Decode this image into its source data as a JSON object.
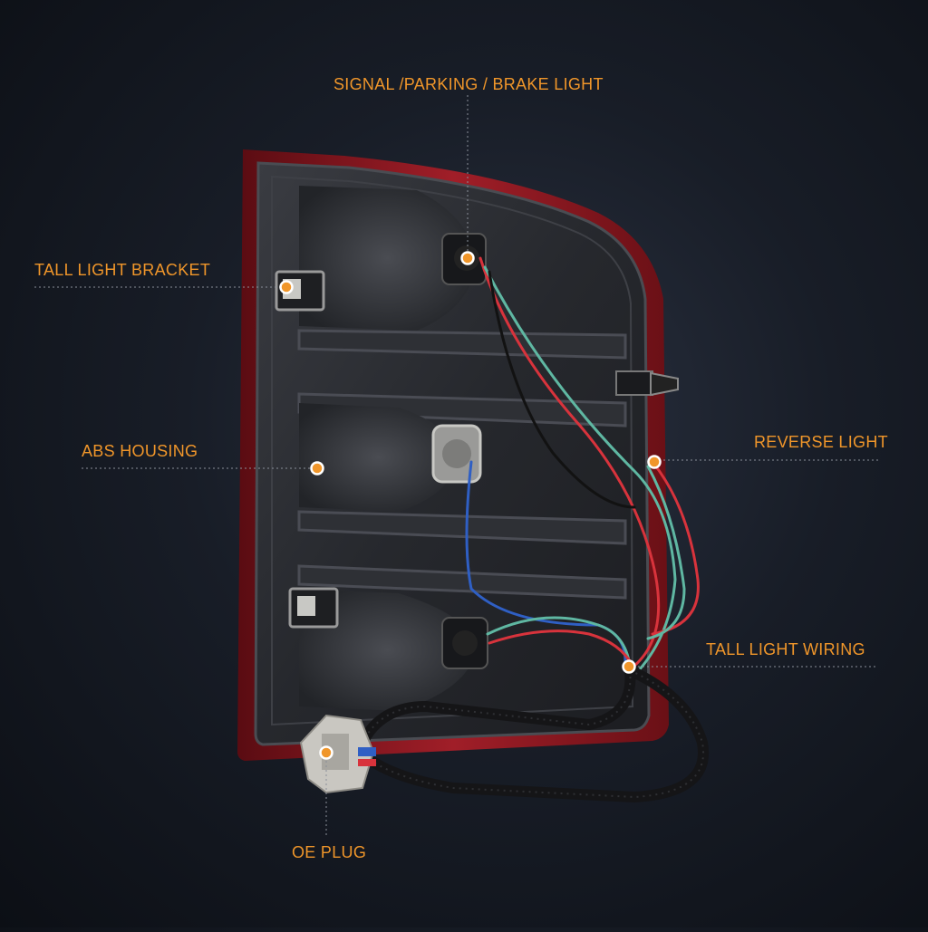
{
  "callouts": {
    "signal_parking_brake": "SIGNAL /PARKING / BRAKE LIGHT",
    "tail_light_bracket": "TALL LIGHT BRACKET",
    "abs_housing": "ABS HOUSING",
    "reverse_light": "REVERSE LIGHT",
    "tail_light_wiring": "TALL LIGHT WIRING",
    "oe_plug": "OE PLUG"
  },
  "colors": {
    "accent": "#f0962a",
    "lens_red": "#8e1822",
    "housing": "#2a2c31",
    "background": "#161b24"
  }
}
